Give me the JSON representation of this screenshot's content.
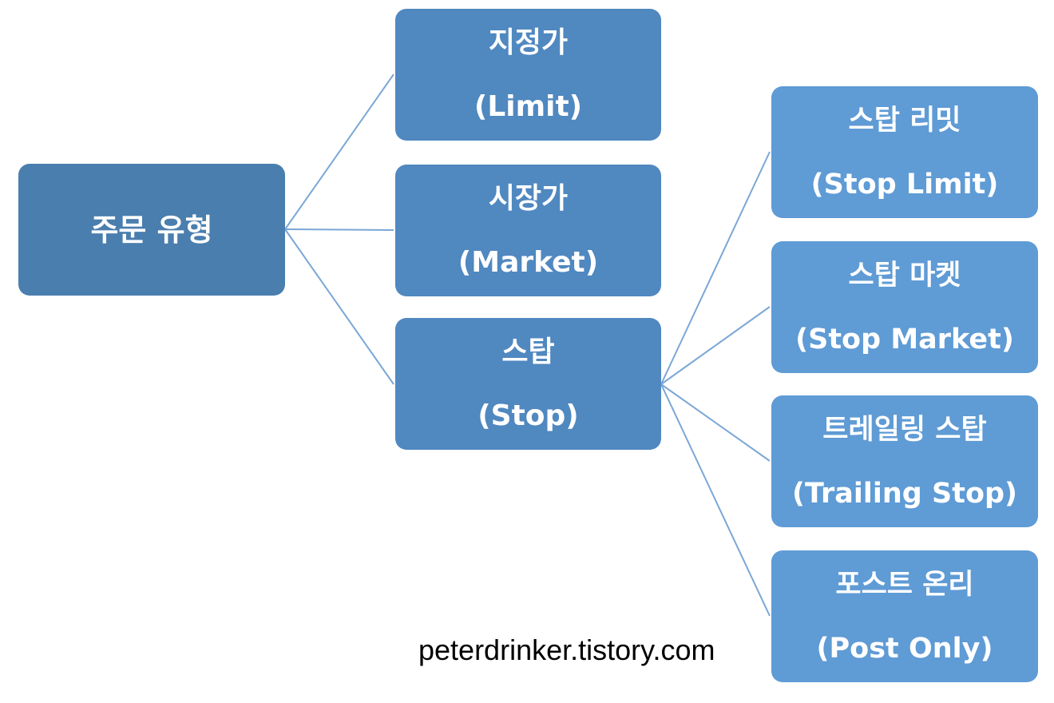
{
  "root": {
    "label": "주문 유형"
  },
  "order_types": [
    {
      "korean": "지정가",
      "english": "(Limit)"
    },
    {
      "korean": "시장가",
      "english": "(Market)"
    },
    {
      "korean": "스탑",
      "english": "(Stop)"
    }
  ],
  "stop_types": [
    {
      "korean": "스탑 리밋",
      "english": "(Stop Limit)"
    },
    {
      "korean": "스탑 마켓",
      "english": "(Stop Market)"
    },
    {
      "korean": "트레일링 스탑",
      "english": "(Trailing Stop)"
    },
    {
      "korean": "포스트 온리",
      "english": "(Post Only)"
    }
  ],
  "watermark": "peterdrinker.tistory.com",
  "colors": {
    "root_fill": "#4a7eae",
    "level2_fill": "#5088c0",
    "level3_fill": "#5f9bd5",
    "connector": "#7aa7d6",
    "text": "#ffffff"
  }
}
